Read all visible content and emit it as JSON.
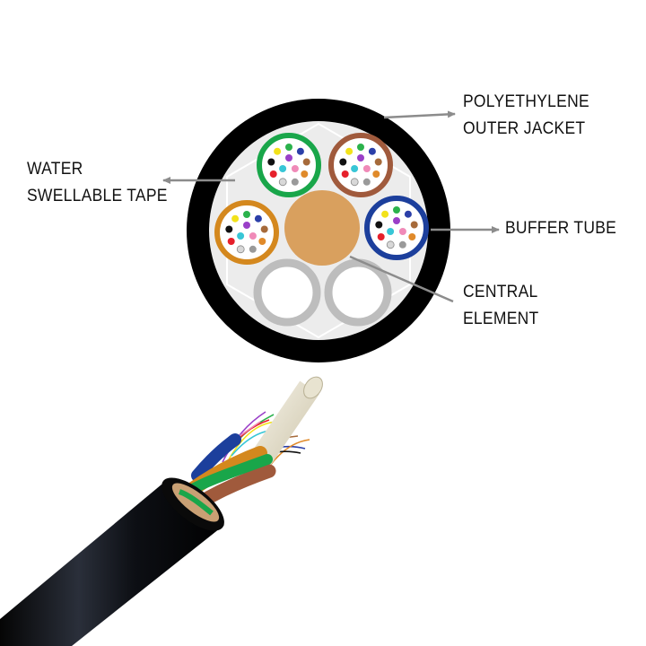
{
  "labels": {
    "outer_jacket": {
      "line1": "POLYETHYLENE",
      "line2": "OUTER JACKET"
    },
    "water_tape": {
      "line1": "WATER",
      "line2": "SWELLABLE TAPE"
    },
    "buffer_tube": {
      "line1": "BUFFER TUBE"
    },
    "central_element": {
      "line1": "CENTRAL",
      "line2": "ELEMENT"
    }
  },
  "colors": {
    "jacket": "#000000",
    "tape": "#ececec",
    "central_element": "#d9a05e",
    "filler": "#bfbfbf",
    "leader": "#8c8c8c",
    "tube_green": "#19a64a",
    "tube_brown": "#a05a3c",
    "tube_orange": "#d4881e",
    "tube_blue": "#1c3f9c"
  },
  "fiber_colors": [
    "#2bb24c",
    "#2b3fa8",
    "#a66a3a",
    "#e08a2a",
    "#9a9a9a",
    "#d8d8d8",
    "#e6202b",
    "#111111",
    "#f2e21a",
    "#9a3fc8",
    "#f08ab8",
    "#38c6d6"
  ]
}
